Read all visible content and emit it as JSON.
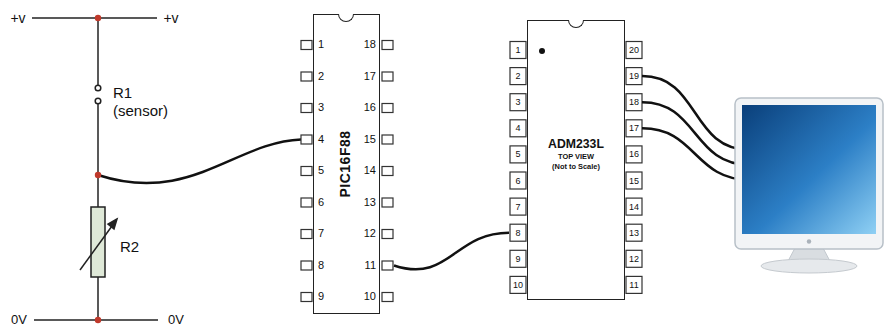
{
  "diagram": {
    "nodes": [
      {
        "text": [
          "PIC16F88"
        ]
      },
      {
        "text": [
          "ADM233L",
          "TOP VIEW",
          "(Not to Scale)"
        ]
      }
    ],
    "edges": [
      {
        "from": 0,
        "to": 1,
        "arrow": "none"
      }
    ],
    "labels": [
      "+v",
      "+v",
      "R1 (sensor)",
      "R2",
      "0V",
      "0V",
      "1",
      "2",
      "3",
      "4",
      "5",
      "6",
      "7",
      "8",
      "9",
      "10",
      "11",
      "12",
      "13",
      "14",
      "15",
      "16",
      "17",
      "18",
      "1",
      "2",
      "3",
      "4",
      "5",
      "6",
      "7",
      "8",
      "9",
      "10",
      "11",
      "12",
      "13",
      "14",
      "15",
      "16",
      "17",
      "18",
      "19",
      "20"
    ]
  }
}
